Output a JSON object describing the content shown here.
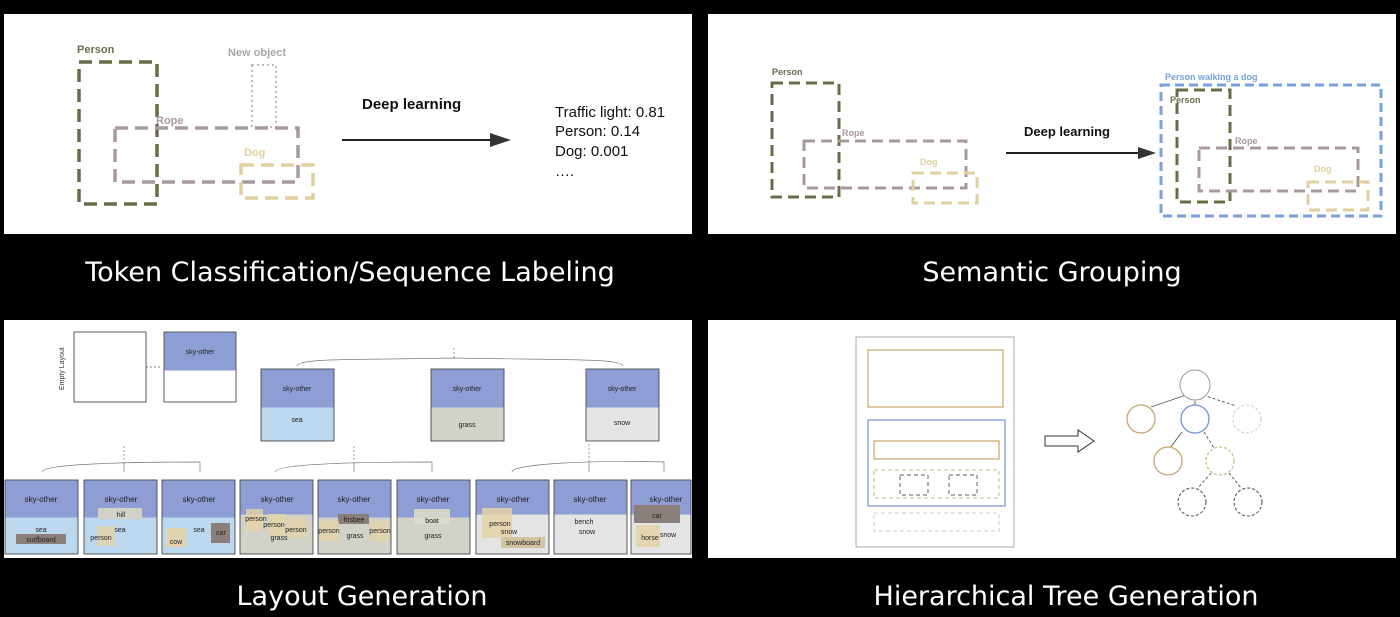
{
  "colors": {
    "person": "#6b6b4a",
    "rope": "#a8999e",
    "dog": "#e2cfa0",
    "new_object": "#bdbdbd",
    "group": "#7aa0dd",
    "sky": "#8e9dd4",
    "sea": "#bcd8ef",
    "grass": "#d2d2c8",
    "snow": "#e4e4e4",
    "obj_dark": "#8a7f7b",
    "obj_tan": "#e4d3a8",
    "tree_blue": "#6f93d8",
    "tree_tan": "#c7a46a",
    "tree_green": "#b7c47e",
    "tree_gray": "#cfcfcf"
  },
  "captions": {
    "token": "Token Classification/Sequence Labeling",
    "semantic": "Semantic Grouping",
    "layout": "Layout Generation",
    "tree": "Hierarchical Tree Generation"
  },
  "token_panel": {
    "person_label": "Person",
    "new_object_label": "New object",
    "rope_label": "Rope",
    "dog_label": "Dog",
    "arrow_label": "Deep learning",
    "outputs": [
      "Traffic light: 0.81",
      "Person: 0.14",
      "Dog: 0.001",
      "…."
    ]
  },
  "semantic_panel": {
    "person_label": "Person",
    "rope_label": "Rope",
    "dog_label": "Dog",
    "arrow_label": "Deep learning",
    "group_label": "Person walking a dog",
    "group_person_label": "Person",
    "group_rope_label": "Rope",
    "group_dog_label": "Dog"
  },
  "layout_panel": {
    "empty_layout_label": "Empty Layout",
    "root_label": "sky-other",
    "level2": [
      {
        "top": "sky-other",
        "bottom": "sea"
      },
      {
        "top": "sky-other",
        "bottom": "grass"
      },
      {
        "top": "sky-other",
        "bottom": "snow"
      }
    ],
    "sky": "sky-other",
    "leaf_texts": {
      "l1_sea": "sea",
      "l1_surfboard": "surfboard",
      "l2_hill": "hill",
      "l2_sea": "sea",
      "l2_person": "person",
      "l3_sea": "sea",
      "l3_car": "car",
      "l3_cow": "cow",
      "l4_person_a": "person",
      "l4_person_b": "person",
      "l4_person_c": "person",
      "l4_grass": "grass",
      "l5_frisbee": "frisbee",
      "l5_person_a": "person",
      "l5_person_b": "person",
      "l5_grass": "grass",
      "l6_boat": "boat",
      "l6_grass": "grass",
      "l7_person": "person",
      "l7_snow": "snow",
      "l7_snowboard": "snowboard",
      "l8_bench": "bench",
      "l8_snow": "snow",
      "l9_car": "car",
      "l9_horse": "horse",
      "l9_snow": "snow"
    }
  }
}
